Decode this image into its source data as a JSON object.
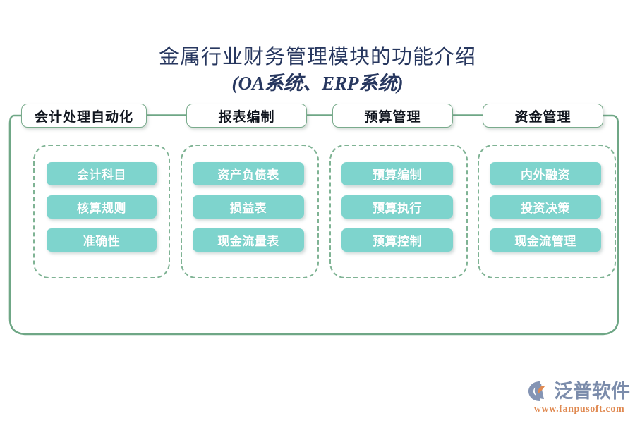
{
  "title": {
    "line1": "金属行业财务管理模块的功能介绍",
    "line2": "(OA系统、ERP系统)",
    "color": "#27375f"
  },
  "colors": {
    "frame_green": "#6fa786",
    "dashed_green": "#7fb394",
    "pill_border": "#79ab8c",
    "chip_teal": "#7ed4cd",
    "chip_text": "#ffffff",
    "pill_text": "#11161f",
    "logo_word": "#7b8cab",
    "logo_url": "#e08a52",
    "background": "#ffffff"
  },
  "columns": [
    {
      "header": "会计处理自动化",
      "items": [
        "会计科目",
        "核算规则",
        "准确性"
      ]
    },
    {
      "header": "报表编制",
      "items": [
        "资产负债表",
        "损益表",
        "现金流量表"
      ]
    },
    {
      "header": "预算管理",
      "items": [
        "预算编制",
        "预算执行",
        "预算控制"
      ]
    },
    {
      "header": "资金管理",
      "items": [
        "内外融资",
        "投资决策",
        "现金流管理"
      ]
    }
  ],
  "logo": {
    "word": "泛普软件",
    "url": "www.fanpusoft.com"
  }
}
